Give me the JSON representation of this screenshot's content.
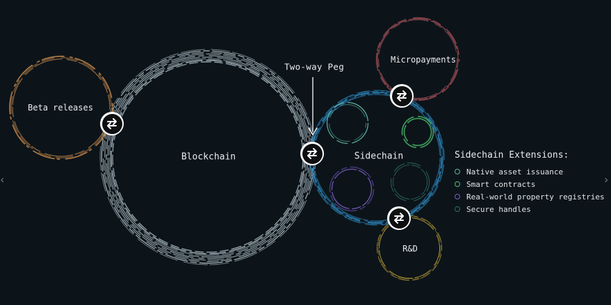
{
  "nodes": {
    "blockchain": "Blockchain",
    "sidechain": "Sidechain",
    "beta": "Beta releases",
    "micropayments": "Micropayments",
    "rnd": "R&D"
  },
  "annotation": {
    "peg": "Two-way Peg"
  },
  "legend": {
    "title": "Sidechain Extensions:",
    "items": [
      {
        "label": "Native asset issuance",
        "color": "#5fb3a6"
      },
      {
        "label": "Smart contracts",
        "color": "#4fc06a"
      },
      {
        "label": "Real-world property registries",
        "color": "#7b5fc4"
      },
      {
        "label": "Secure handles",
        "color": "#2f7066"
      }
    ]
  },
  "colors": {
    "background": "#0c141a",
    "blockchain": "#b9c9d0",
    "sidechain": "#2f8fc9",
    "beta": "#c98a4b",
    "micropayments": "#b8585f",
    "rnd": "#d9b43a"
  },
  "icons": {
    "swap": "swap-arrows-icon",
    "nav_left": "chevron-left-icon",
    "nav_right": "chevron-right-icon"
  }
}
